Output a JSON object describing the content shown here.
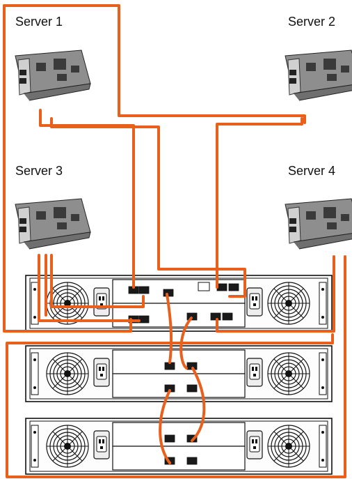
{
  "servers": [
    {
      "label": "Server 1"
    },
    {
      "label": "Server 2"
    },
    {
      "label": "Server 3"
    },
    {
      "label": "Server 4"
    }
  ],
  "colors": {
    "cable": "#e8601c",
    "outline": "#111111"
  },
  "icons": {
    "hba_card": "hba-card-icon",
    "enclosure": "storage-enclosure-icon",
    "fan": "fan-icon",
    "power_supply": "power-supply-icon"
  }
}
